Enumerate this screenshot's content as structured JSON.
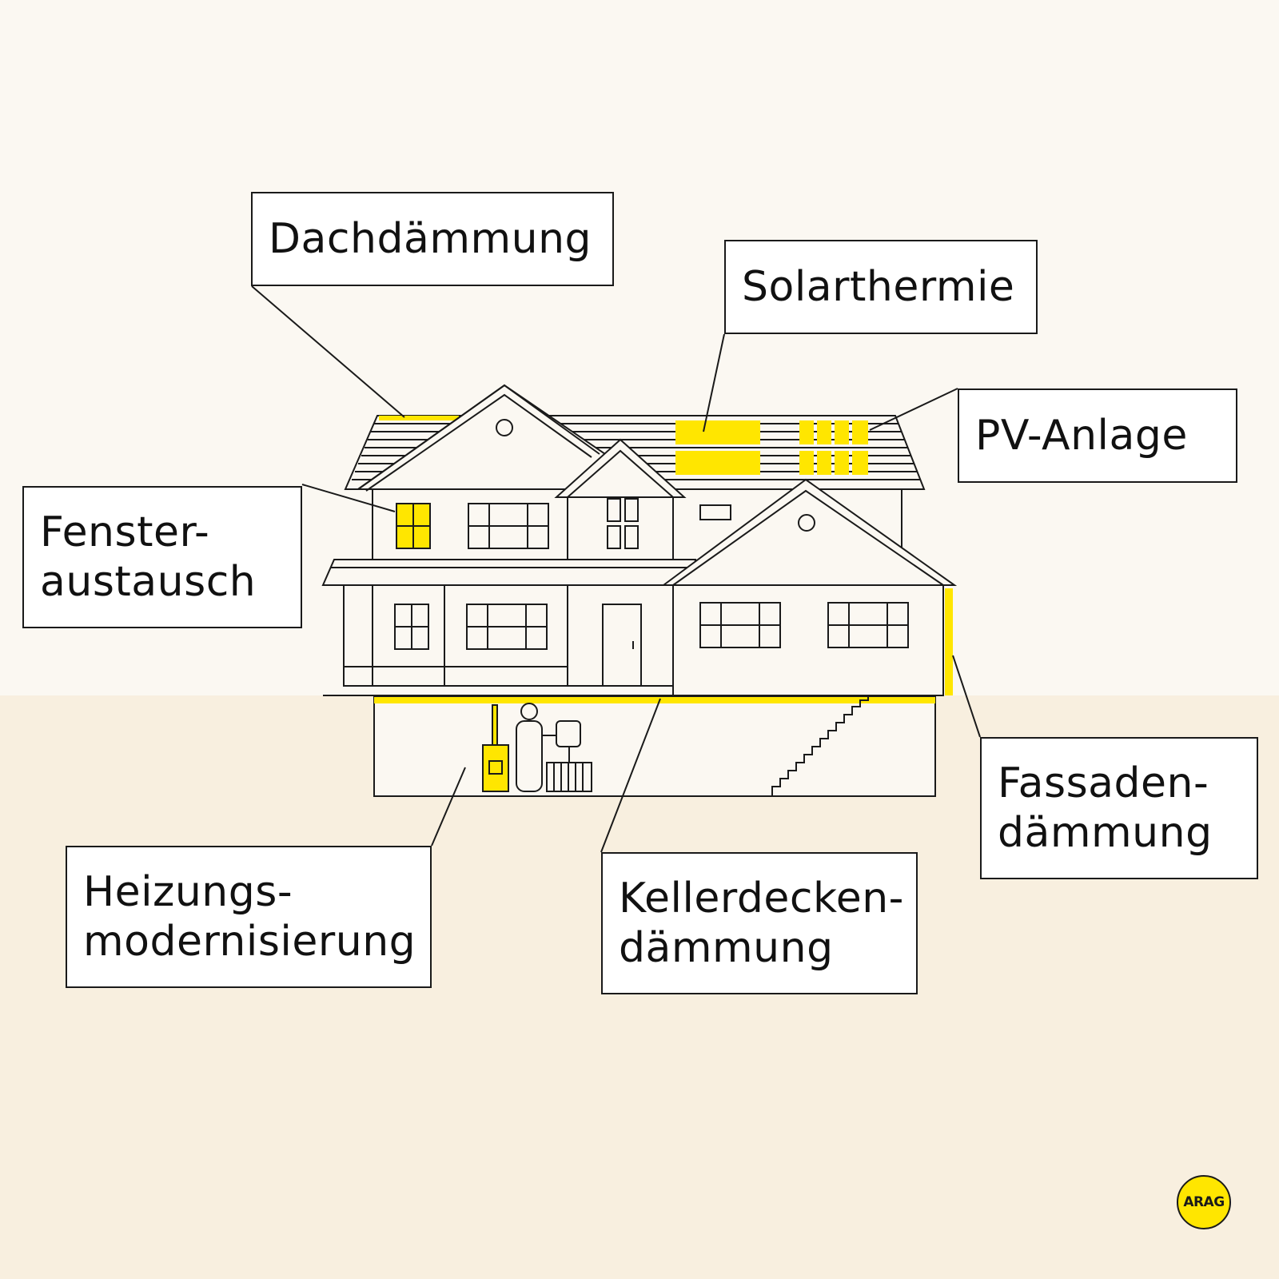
{
  "labels": {
    "dach": "Dachdämmung",
    "solar": "Solarthermie",
    "pv": "PV-Anlage",
    "fenster_1": "Fenster-",
    "fenster_2": "austausch",
    "fassade_1": "Fassaden-",
    "fassade_2": "dämmung",
    "heizung_1": "Heizungs-",
    "heizung_2": "modernisierung",
    "keller_1": "Kellerdecken-",
    "keller_2": "dämmung"
  },
  "logo": {
    "text": "ARAG"
  },
  "colors": {
    "highlight": "#ffe600",
    "line": "#1a1a1a",
    "sky": "#fbf8f2",
    "ground": "#f8efdf"
  }
}
